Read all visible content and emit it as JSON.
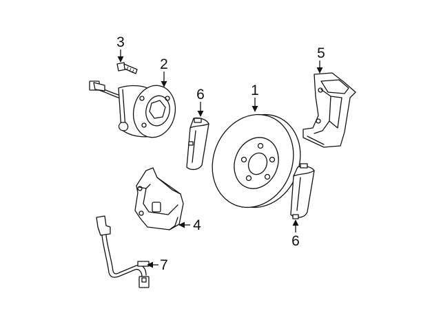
{
  "diagram": {
    "callouts": [
      {
        "id": "rotor",
        "label": "1"
      },
      {
        "id": "hub",
        "label": "2"
      },
      {
        "id": "bolt",
        "label": "3"
      },
      {
        "id": "caliper",
        "label": "4"
      },
      {
        "id": "bracket",
        "label": "5"
      },
      {
        "id": "pad-top",
        "label": "6"
      },
      {
        "id": "hose",
        "label": "7"
      },
      {
        "id": "pad-bottom",
        "label": "6"
      }
    ]
  }
}
